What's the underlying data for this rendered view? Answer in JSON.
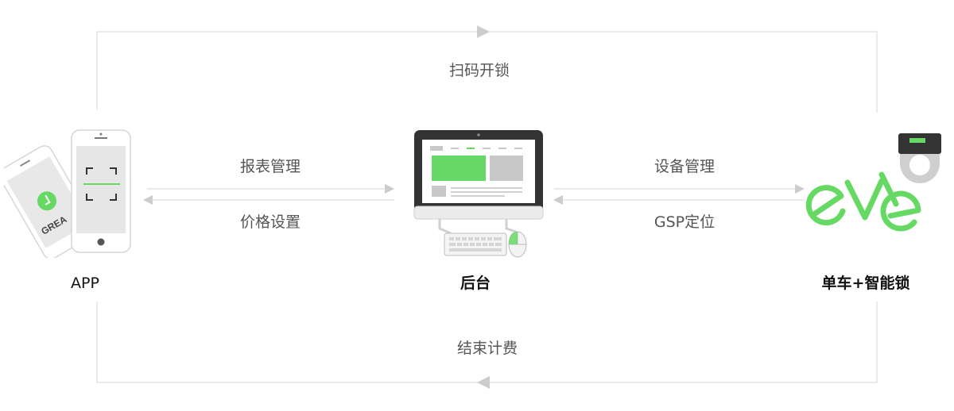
{
  "nodes": {
    "app": {
      "label": "APP",
      "icon": "phone-scan-icon",
      "screen_text": "GREA"
    },
    "backend": {
      "label": "后台",
      "icon": "desktop-computer-icon"
    },
    "bike": {
      "label": "单车+智能锁",
      "icon": "bike-lock-icon"
    }
  },
  "flows": {
    "top": {
      "label": "扫码开锁"
    },
    "bottom": {
      "label": "结束计费"
    },
    "app_backend_top": {
      "label": "报表管理"
    },
    "app_backend_bottom": {
      "label": "价格设置"
    },
    "backend_bike_top": {
      "label": "设备管理"
    },
    "backend_bike_bottom": {
      "label": "GSP定位"
    }
  },
  "colors": {
    "accent_green": "#66d964",
    "line_gray": "#dddddd",
    "arrow_gray": "#cccccc",
    "device_dark": "#333333",
    "text_gray": "#555555"
  }
}
